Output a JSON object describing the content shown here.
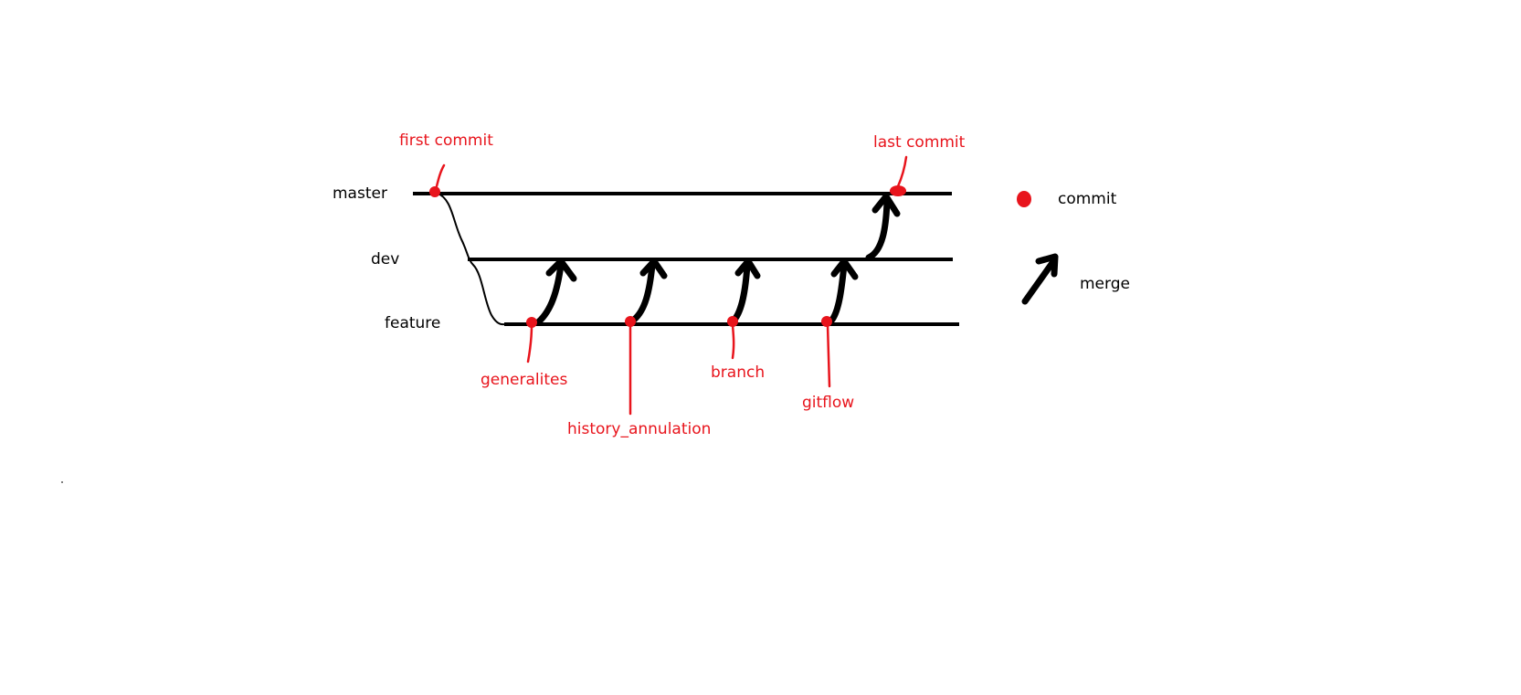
{
  "branches": {
    "master": "master",
    "dev": "dev",
    "feature": "feature"
  },
  "commit_labels": {
    "first_commit": "first commit",
    "last_commit": "last commit",
    "generalites": "generalites",
    "history_annulation": "history_annulation",
    "branch": "branch",
    "gitflow": "gitflow"
  },
  "legend": {
    "commit": "commit",
    "merge": "merge"
  },
  "colors": {
    "commit": "#e8141c",
    "line": "#000000",
    "label_red": "#e8141c"
  }
}
